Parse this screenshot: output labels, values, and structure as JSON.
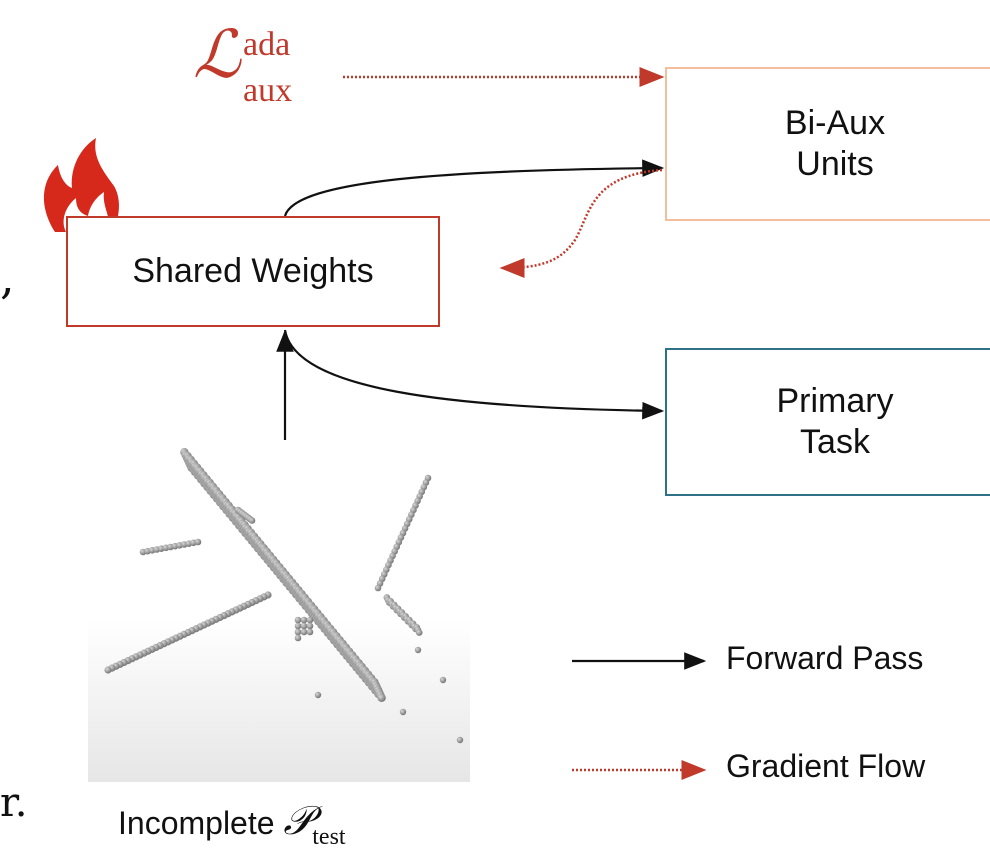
{
  "diagram": {
    "shared_weights": "Shared Weights",
    "biaux_units": [
      "Bi-Aux",
      "Units"
    ],
    "primary_task": [
      "Primary",
      "Task"
    ],
    "loss": {
      "symbol": "ℒ",
      "superscript": "ada",
      "subscript": "aux"
    },
    "legend": {
      "forward": "Forward Pass",
      "gradient": "Gradient Flow"
    },
    "caption": {
      "prefix": "Incomplete ",
      "symbol": "𝒫",
      "subscript": "test"
    },
    "left_edge_glyphs": [
      ",",
      "r."
    ],
    "colors": {
      "shared_border": "#c0392b",
      "biaux_border": "#f2bf9c",
      "primary_border": "#2f7189",
      "gradient_arrow": "#c0392b",
      "forward_arrow": "#111111",
      "flame": "#d6281b",
      "loss_text": "#c0392b"
    },
    "icons": [
      "fire-icon",
      "airplane-point-cloud-image"
    ]
  }
}
